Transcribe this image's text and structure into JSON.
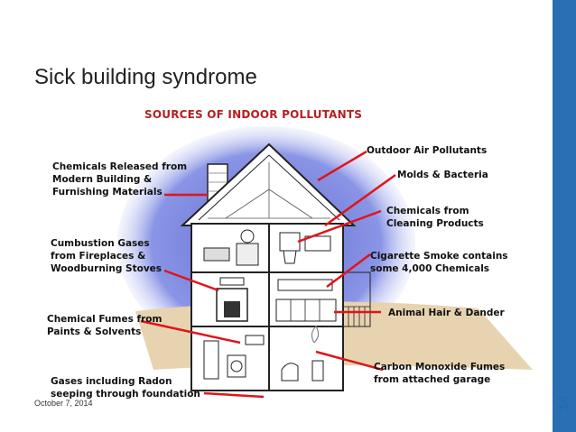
{
  "slide": {
    "title": "Sick building syndrome",
    "date": "October 7, 2014",
    "slide_number": "14",
    "accent_color": "#2a6fb3"
  },
  "diagram": {
    "title": "SOURCES OF INDOOR POLLUTANTS",
    "title_color": "#b51f1f",
    "pointer_color": "#e0141a",
    "labels": [
      {
        "id": "chemicals-building",
        "text": "Chemicals Released from\nModern Building &\nFurnishing Materials"
      },
      {
        "id": "combustion-gases",
        "text": "Cumbustion Gases\nfrom Fireplaces &\nWoodburning Stoves"
      },
      {
        "id": "chemical-fumes",
        "text": "Chemical Fumes from\nPaints & Solvents"
      },
      {
        "id": "radon",
        "text": "Gases including Radon\nseeping through foundation"
      },
      {
        "id": "outdoor-air",
        "text": "Outdoor Air Pollutants"
      },
      {
        "id": "molds",
        "text": "Molds & Bacteria"
      },
      {
        "id": "cleaning",
        "text": "Chemicals from\nCleaning Products"
      },
      {
        "id": "cigarette",
        "text": "Cigarette Smoke contains\nsome 4,000 Chemicals"
      },
      {
        "id": "animal-hair",
        "text": "Animal Hair & Dander"
      },
      {
        "id": "carbon-monoxide",
        "text": "Carbon Monoxide Fumes\nfrom attached garage"
      }
    ]
  }
}
